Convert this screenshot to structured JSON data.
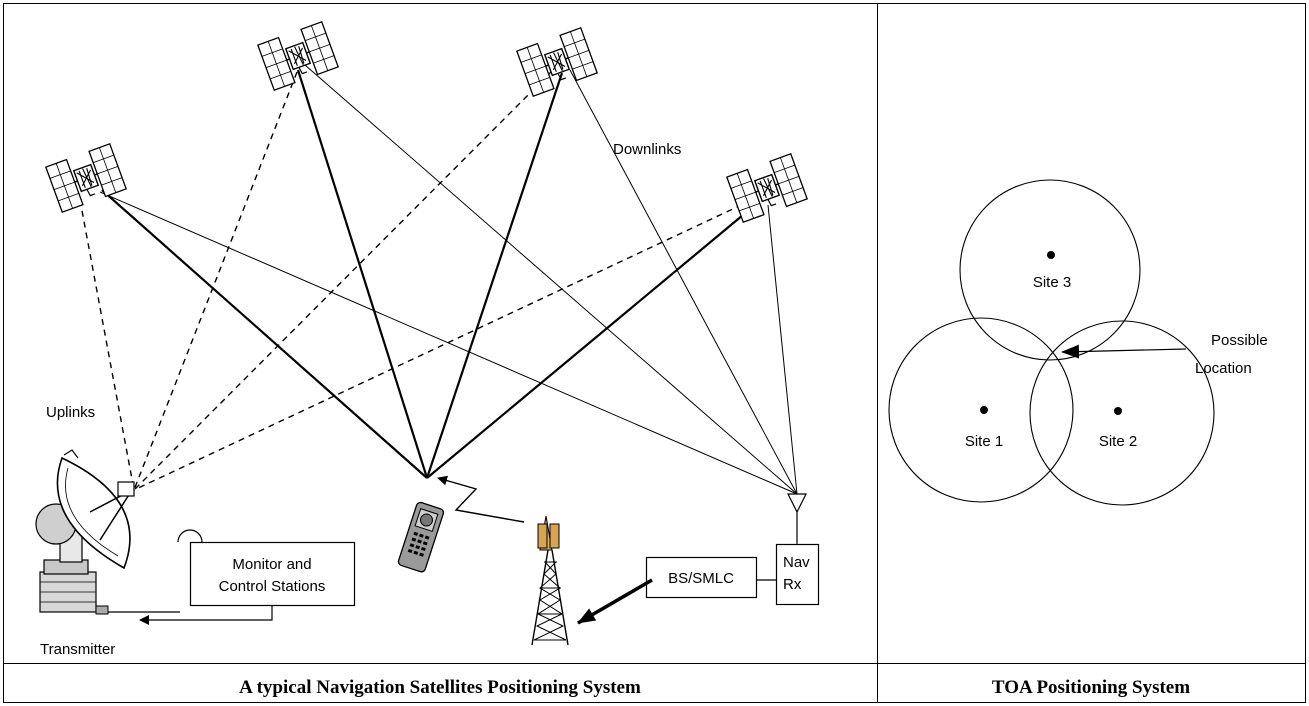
{
  "left_panel": {
    "caption": "A typical Navigation Satellites Positioning System",
    "labels": {
      "downlinks": "Downlinks",
      "uplinks": "Uplinks",
      "transmitter": "Transmitter",
      "monitor_line1": "Monitor and",
      "monitor_line2": "Control Stations",
      "bs_smlc": "BS/SMLC",
      "nav_line1": "Nav",
      "nav_line2": "Rx"
    }
  },
  "right_panel": {
    "caption": "TOA Positioning System",
    "sites": [
      "Site 1",
      "Site 2",
      "Site 3"
    ],
    "possible_line1": "Possible",
    "possible_line2": "Location"
  }
}
